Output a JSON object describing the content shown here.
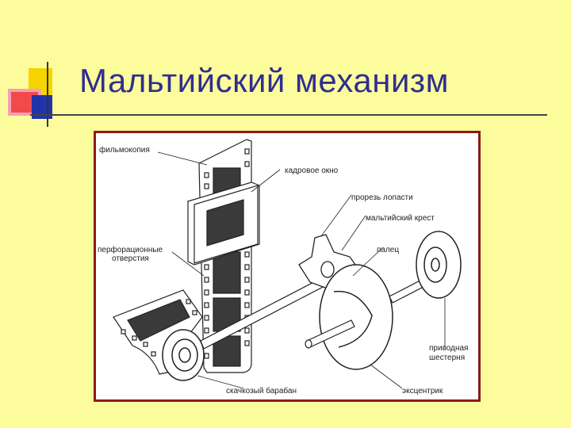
{
  "slide": {
    "title": "Мальтийский механизм"
  },
  "diagram": {
    "labels": {
      "filmcopy": "фильмокопия",
      "frame_window": "кадровое окно",
      "blade_slot": "прорезь лопасти",
      "maltese_cross": "мальтийский крест",
      "pin": "палец",
      "perforation_line1": "перфорационные",
      "perforation_line2": "отверстия",
      "drive_gear_line1": "приводная",
      "drive_gear_line2": "шестерня",
      "sprocket": "скачкозый барабан",
      "eccentric": "эксцентрик"
    }
  },
  "colors": {
    "background": "#fdfc9d",
    "title": "#2f2f8f",
    "frame_border": "#8b1a1a",
    "film_dark": "#3a3a3a",
    "deco_yellow": "#f5d400",
    "deco_red": "#ee3b3b",
    "deco_blue": "#2233aa"
  }
}
